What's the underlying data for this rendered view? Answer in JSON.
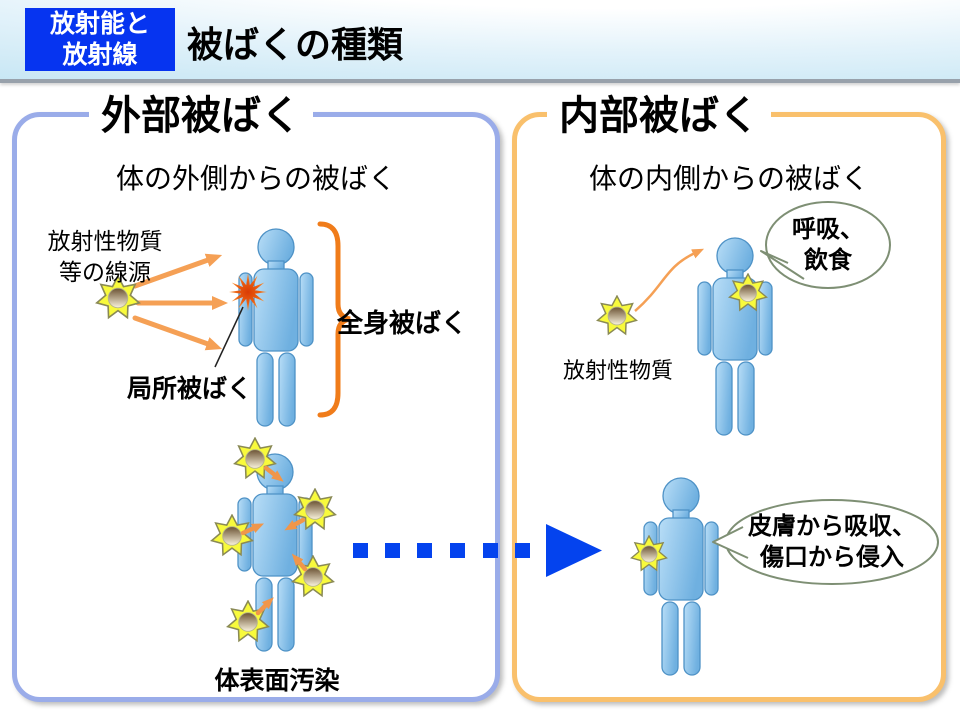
{
  "header": {
    "badge_line1": "放射能と",
    "badge_line2": "放射線",
    "title": "被ばくの種類"
  },
  "left_panel": {
    "title": "外部被ばく",
    "subtitle": "体の外側からの被ばく",
    "source_label_line1": "放射性物質",
    "source_label_line2": "等の線源",
    "whole_body_label": "全身被ばく",
    "local_label": "局所被ばく",
    "surface_label": "体表面汚染"
  },
  "right_panel": {
    "title": "内部被ばく",
    "subtitle": "体の内側からの被ばく",
    "bubble_intake_line1": "呼吸、",
    "bubble_intake_line2": "飲食",
    "material_label": "放射性物質",
    "bubble_skin_line1": "皮膚から吸収、",
    "bubble_skin_line2": "傷口から侵入"
  },
  "colors": {
    "badge_bg": "#0634f0",
    "header_bg_end": "#c6e6f4",
    "header_rule": "#98a1ab",
    "left_panel_border": "#9aace9",
    "right_panel_border": "#f9c06c",
    "person_blue": "#7ab8e6",
    "star_yellow": "#f8fa3c",
    "arrow_orange": "#f5a055",
    "brace_orange": "#f07c1a",
    "burst_orange": "#e2420a",
    "dashed_arrow_blue": "#0443ee",
    "bubble_border": "#7e8f74"
  }
}
